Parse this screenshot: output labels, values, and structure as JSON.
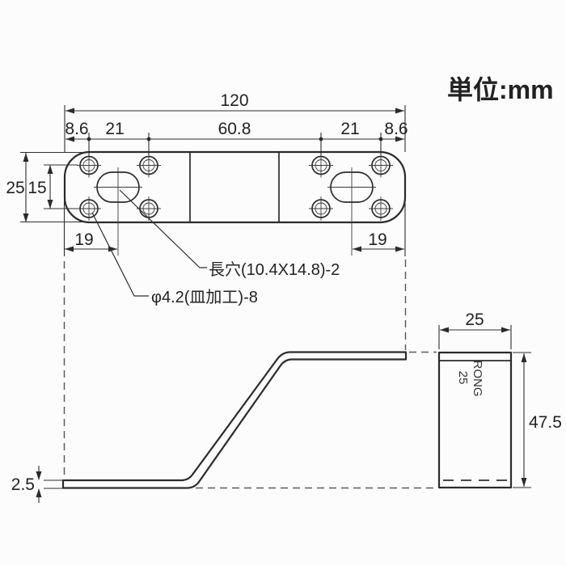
{
  "unit": {
    "label": "単位:mm"
  },
  "top_view": {
    "dim_total_width": "120",
    "dim_edge_left": "8.6",
    "dim_pitch_left": "21",
    "dim_center": "60.8",
    "dim_pitch_right": "21",
    "dim_edge_right": "8.6",
    "dim_height": "25",
    "dim_hole_spacing": "15",
    "dim_slot_left": "19",
    "dim_slot_right": "19",
    "slot_label": "長穴(10.4X14.8)-2",
    "hole_label": "φ4.2(皿加工)-8"
  },
  "side_view": {
    "dim_thickness": "2.5"
  },
  "end_view": {
    "dim_width": "25",
    "dim_height": "47.5",
    "mark_line1": "RONG",
    "mark_line2": "25"
  }
}
